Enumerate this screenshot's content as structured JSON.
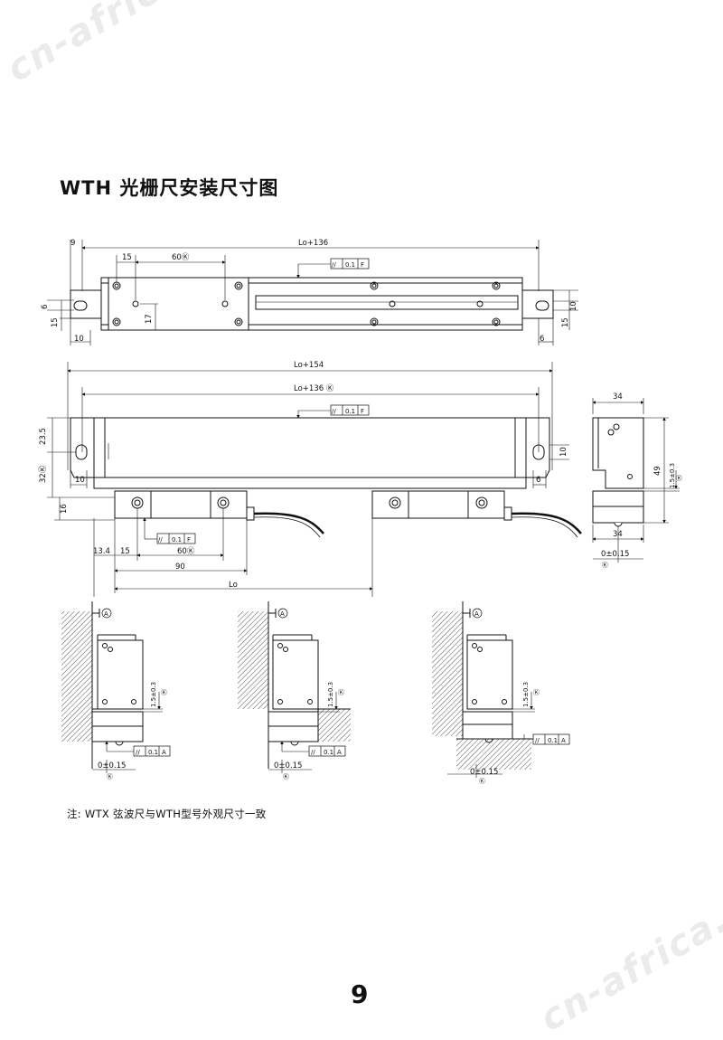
{
  "title": "WTH 光栅尺安装尺寸图",
  "note": "注: WTX 弦波尺与WTH型号外观尺寸一致",
  "page_number": "9",
  "watermark": "cn-africa.cn",
  "dims": {
    "top_9": "9",
    "top_lo136": "Lo+136",
    "top_15": "15",
    "top_60k": "60Ⓚ",
    "top_6": "6",
    "top_15b": "15",
    "top_17": "17",
    "top_10": "10",
    "top_6r": "6",
    "top_10r": "10",
    "top_15r": "15",
    "mid_lo154": "Lo+154",
    "mid_lo136k": "Lo+136 Ⓚ",
    "mid_235": "23.5",
    "mid_32k": "32Ⓚ",
    "mid_10": "10",
    "mid_6": "6",
    "mid_10r": "10",
    "mid_16": "16",
    "mid_134": "13.4",
    "mid_15": "15",
    "mid_60k": "60Ⓚ",
    "mid_90": "90",
    "mid_lo": "Lo",
    "side_34": "34",
    "side_49": "49",
    "side_15": "1.5±0.3",
    "side_k": "Ⓚ",
    "side_34b": "34",
    "side_0015": "0±0.15",
    "side_kb": "Ⓚ"
  },
  "tolerances": {
    "flat_f": [
      "//",
      "0.1",
      "F"
    ],
    "flat_a": [
      "//",
      "0.1",
      "A"
    ]
  },
  "datum": "A",
  "mount_dims": {
    "gap": "1.5±0.3",
    "zero": "0±0.15",
    "k": "Ⓚ"
  }
}
